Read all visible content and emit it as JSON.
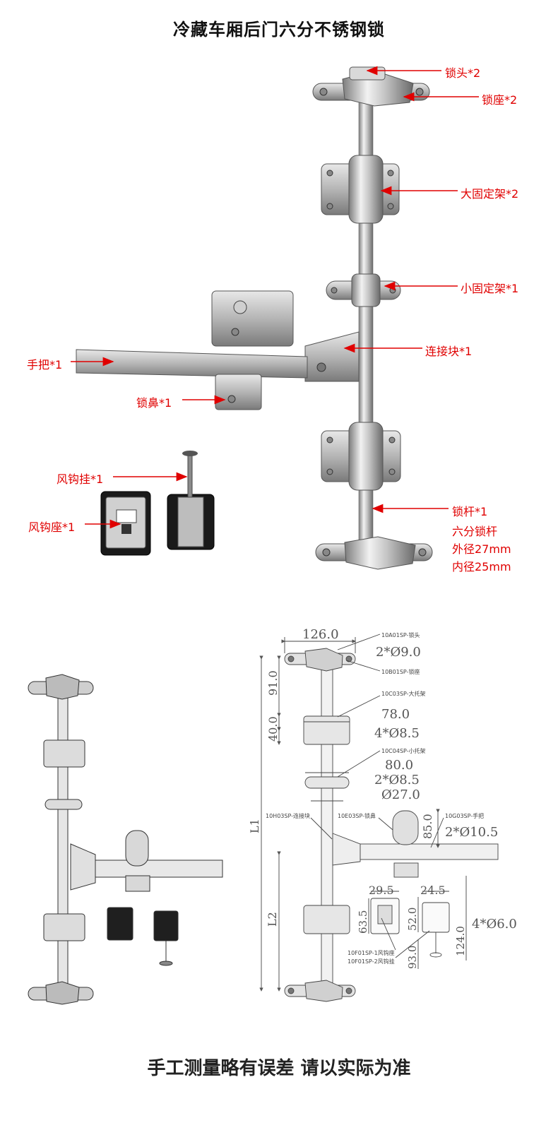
{
  "title": "冷藏车厢后门六分不锈钢锁",
  "footer": "手工测量略有误差 请以实际为准",
  "callouts": {
    "lock_head": "锁头*2",
    "lock_seat": "锁座*2",
    "big_bracket": "大固定架*2",
    "small_bracket": "小固定架*1",
    "connector": "连接块*1",
    "handle": "手把*1",
    "lock_nose": "锁鼻*1",
    "hook": "风钩挂*1",
    "hook_seat": "风钩座*1",
    "rod": "锁杆*1"
  },
  "rod_spec": {
    "line1": "六分锁杆",
    "line2": "外径27mm",
    "line3": "内径25mm"
  },
  "drawing": {
    "dims": {
      "d126": "126.0",
      "d2x9": "2*Ø9.0",
      "d91": "91.0",
      "d78": "78.0",
      "d40": "40.0",
      "d4x85": "4*Ø8.5",
      "d80": "80.0",
      "d2x85": "2*Ø8.5",
      "d27": "Ø27.0",
      "d85": "85.0",
      "d2x105": "2*Ø10.5",
      "l1": "L1",
      "l2": "L2",
      "d295": "29.5",
      "d245": "24.5",
      "d635": "63.5",
      "d520": "52.0",
      "d4x6": "4*Ø6.0",
      "d124": "124.0",
      "d930": "93.0"
    },
    "notes": {
      "n1": "10A01SP-锁头",
      "n2": "10B01SP-锁座",
      "n3": "10C03SP-大托架",
      "n4": "10C04SP-小托架",
      "n5": "10H03SP-连接块",
      "n6": "10E03SP-锁鼻",
      "n7": "10G03SP-手把",
      "n8": "10F01SP-1风钩座",
      "n9": "10F01SP-2风钩挂"
    }
  }
}
